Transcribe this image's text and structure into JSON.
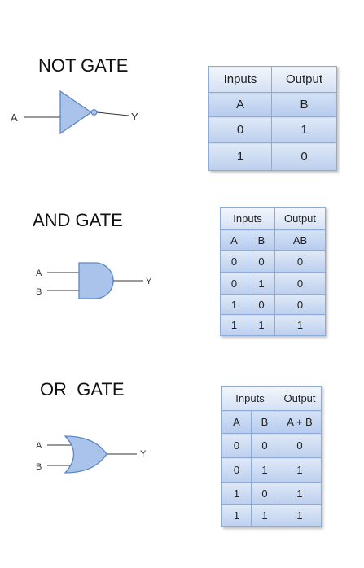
{
  "gates": [
    {
      "title": "NOT GATE",
      "inputs": [
        "A"
      ],
      "output": "Y",
      "table": {
        "group_headers": [
          "Inputs",
          "Output"
        ],
        "columns": [
          "A",
          "B"
        ],
        "rows": [
          [
            "0",
            "1"
          ],
          [
            "1",
            "0"
          ]
        ]
      }
    },
    {
      "title": "AND GATE",
      "inputs": [
        "A",
        "B"
      ],
      "output": "Y",
      "table": {
        "group_headers": [
          "Inputs",
          "Output"
        ],
        "columns": [
          "A",
          "B",
          "AB"
        ],
        "rows": [
          [
            "0",
            "0",
            "0"
          ],
          [
            "0",
            "1",
            "0"
          ],
          [
            "1",
            "0",
            "0"
          ],
          [
            "1",
            "1",
            "1"
          ]
        ]
      }
    },
    {
      "title": "OR  GATE",
      "inputs": [
        "A",
        "B"
      ],
      "output": "Y",
      "table": {
        "group_headers": [
          "Inputs",
          "Output"
        ],
        "columns": [
          "A",
          "B",
          "A + B"
        ],
        "rows": [
          [
            "0",
            "0",
            "0"
          ],
          [
            "0",
            "1",
            "1"
          ],
          [
            "1",
            "0",
            "1"
          ],
          [
            "1",
            "1",
            "1"
          ]
        ]
      }
    }
  ],
  "colors": {
    "gate_fill": "#a9c3ea",
    "gate_stroke": "#5f86c3",
    "wire": "#333333",
    "cell_border": "#8eaad6"
  }
}
